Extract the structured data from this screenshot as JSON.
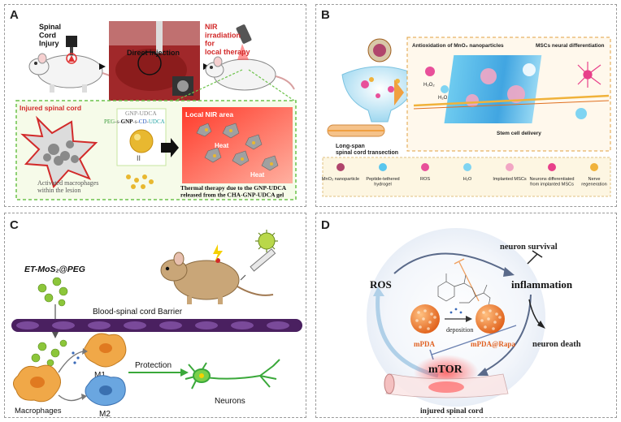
{
  "panels": {
    "a": {
      "label": "A",
      "sci_label": "Spinal\nCord\nInjury",
      "direct_injection": "Direct injection",
      "nir_label": "NIR\nirradiation\nfor\nlocal therapy",
      "injured_cord": "Injured spinal cord",
      "activated_macrophages": "Activated macrophages\nwithin the lesion",
      "gnp_udca": "GNP-UDCA",
      "formula_peg": "PEG",
      "formula_gnp": "GNP",
      "formula_cd": "CD",
      "formula_udca": "UDCA",
      "formula_s1": "-s-",
      "formula_s2": "-s-",
      "formula_dash": "-",
      "local_nir": "Local NIR area",
      "heat": "Heat",
      "thermal_therapy": "Thermal therapy due to the GNP-UDCA\nreleased from the CHA-GNP-UDCA gel"
    },
    "b": {
      "label": "B",
      "antioxidation": "Antioxidation of MnO₂ nanoparticles",
      "mscs_diff": "MSCs neural differentiation",
      "long_span": "Long-span\nspinal cord transection",
      "stem_cell": "Stem cell delivery",
      "h2o2": "H₂O₂",
      "h2o": "H₂O",
      "legend": [
        {
          "label": "MnO₂ nanoparticle",
          "color": "#b0456c"
        },
        {
          "label": "Peptide-tethered\nhydrogel",
          "color": "#59c6ee"
        },
        {
          "label": "ROS",
          "color": "#e8509a"
        },
        {
          "label": "H₂O",
          "color": "#7fd4f2"
        },
        {
          "label": "Implanted MSCs",
          "color": "#f2a6c4"
        },
        {
          "label": "Neurons differentiated\nfrom implanted MSCs",
          "color": "#e8408a"
        },
        {
          "label": "Nerve\nregeneration",
          "color": "#f0b23a"
        }
      ]
    },
    "c": {
      "label": "C",
      "nano": "ET-MoS₂@PEG",
      "barrier": "Blood-spinal cord Barrier",
      "m1": "M1",
      "m2": "M2",
      "macrophages": "Macrophages",
      "protection": "Protection",
      "neurons": "Neurons"
    },
    "d": {
      "label": "D",
      "neuron_survival": "neuron survival",
      "ros": "ROS",
      "inflammation": "inflammation",
      "deposition": "deposition",
      "mpda": "mPDA",
      "mpda_rapa": "mPDA@Rapa",
      "neuron_death": "neuron death",
      "mtor": "mTOR",
      "injured": "injured spinal cord"
    }
  },
  "colors": {
    "panel_border": "#9a9a9a",
    "green_dash": "#6cc24a",
    "red_text": "#d22a2a",
    "barrier_purple": "#4a2060",
    "macrophage_orange": "#f0a848",
    "m2_blue": "#6aa6e0",
    "sphere_orange": "#f08a3c",
    "neuron_green": "#3aa83a"
  }
}
